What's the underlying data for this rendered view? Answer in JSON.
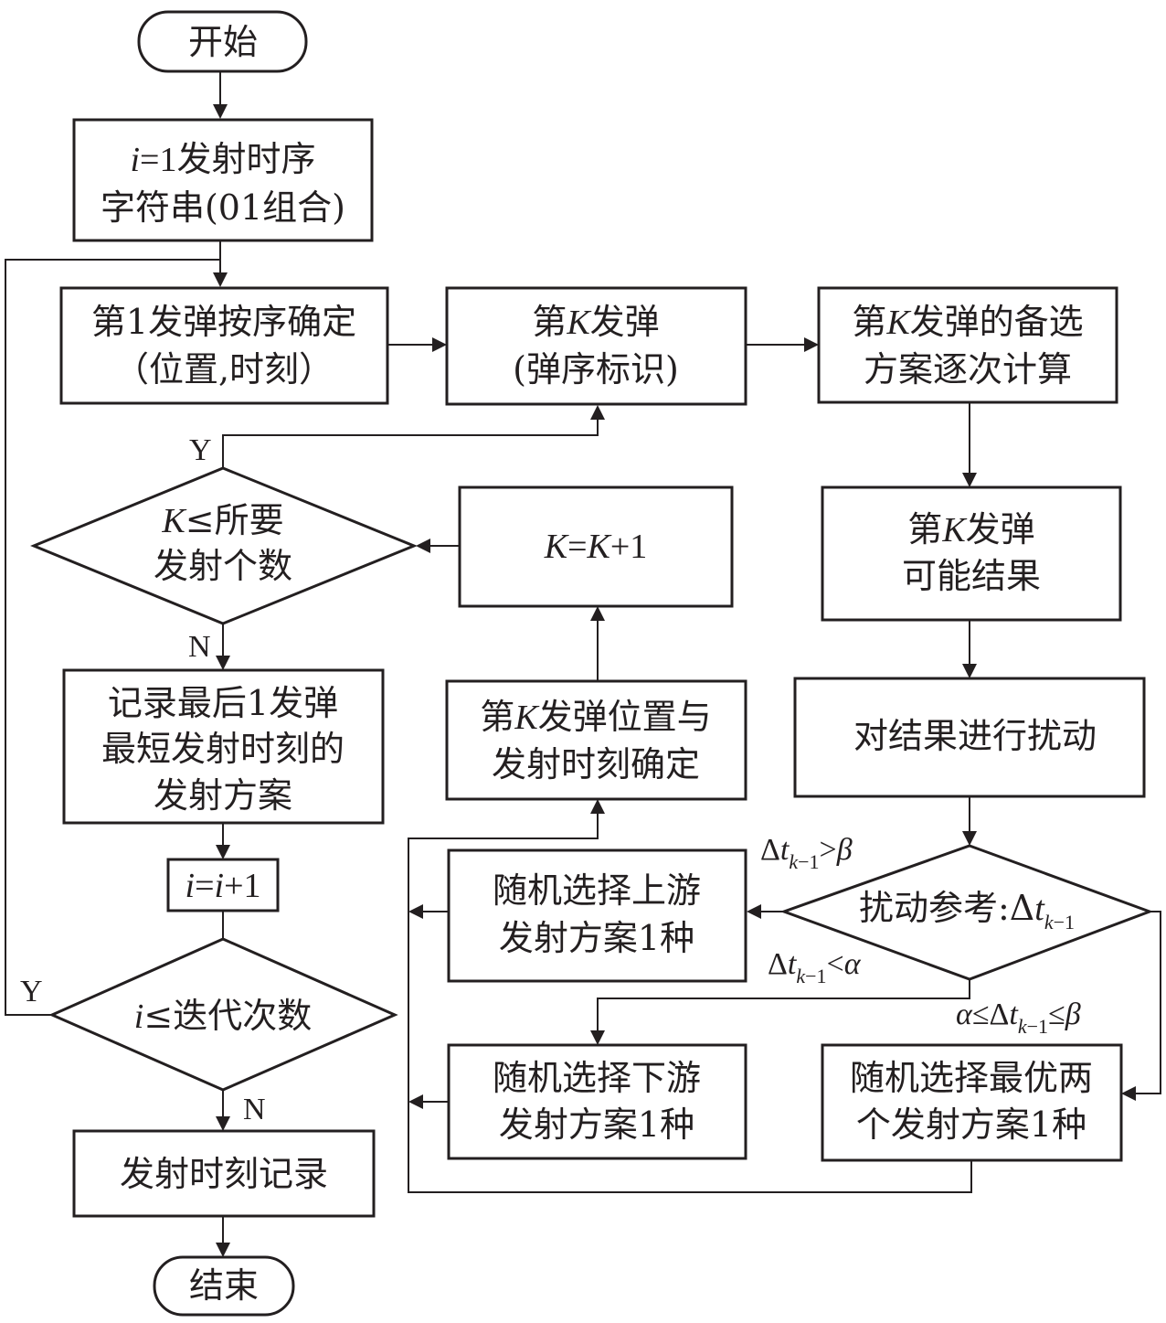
{
  "nodes": {
    "start": "开始",
    "init": [
      "i=1发射时序",
      "字符串(01组合)"
    ],
    "first_shell": [
      "第1发弹按序确定",
      "（位置,时刻）"
    ],
    "kth_shell": [
      "第K发弹",
      "(弹序标识)"
    ],
    "candidates": [
      "第K发弹的备选",
      "方案逐次计算"
    ],
    "possible_results": [
      "第K发弹",
      "可能结果"
    ],
    "perturb": "对结果进行扰动",
    "decision_k": [
      "K≤所要",
      "发射个数"
    ],
    "k_increment": "K=K+1",
    "record_last": [
      "记录最后1发弹",
      "最短发射时刻的",
      "发射方案"
    ],
    "position_time": [
      "第K发弹位置与",
      "发射时刻确定"
    ],
    "i_increment": "i=i+1",
    "decision_i": "i≤迭代次数",
    "perturb_ref": "扰动参考:Δtk−1",
    "upstream": [
      "随机选择上游",
      "发射方案1种"
    ],
    "downstream": [
      "随机选择下游",
      "发射方案1种"
    ],
    "best_two": [
      "随机选择最优两",
      "个发射方案1种"
    ],
    "record_time": "发射时刻记录",
    "end": "结束"
  },
  "edge_labels": {
    "yes": "Y",
    "no": "N",
    "gt_beta": "Δtk−1>β",
    "lt_alpha": "Δtk−1<α",
    "between": "α≤Δtk−1≤β"
  }
}
